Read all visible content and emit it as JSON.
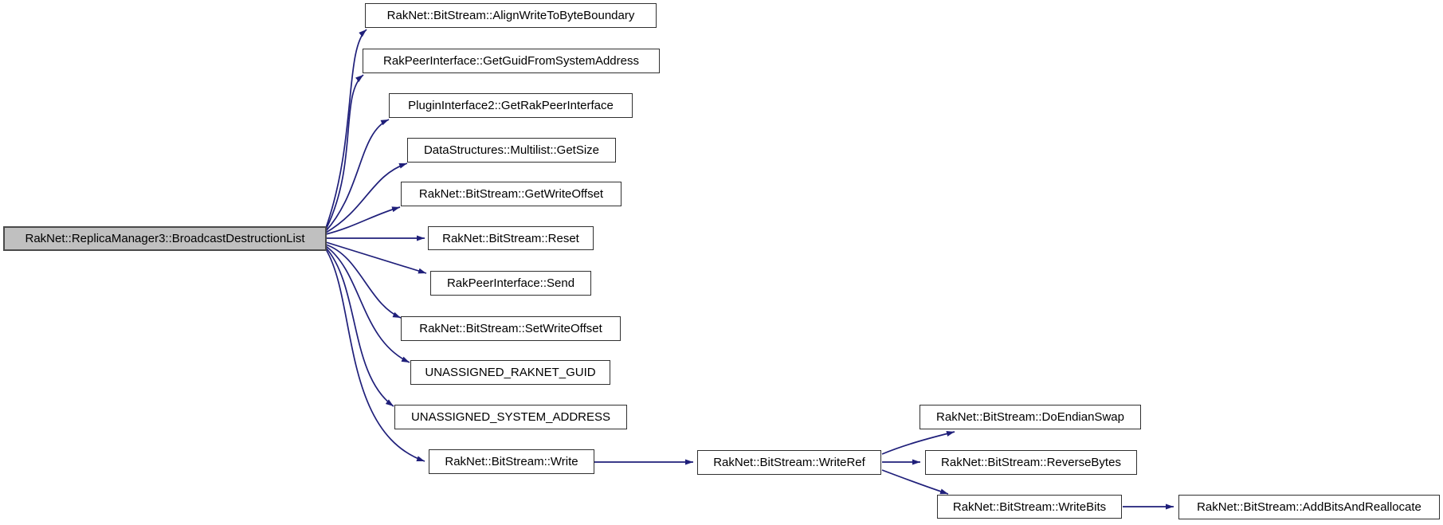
{
  "diagram": {
    "type": "call-graph",
    "colors": {
      "background": "#ffffff",
      "edge": "#1f1f7a",
      "node_fill": "#ffffff",
      "node_border": "#303030",
      "root_fill": "#c0c0c0",
      "root_border": "#4a4a4a",
      "text": "#000000"
    },
    "nodes": [
      {
        "id": "root",
        "label": "RakNet::ReplicaManager3::BroadcastDestructionList",
        "highlighted": true
      },
      {
        "id": "align",
        "label": "RakNet::BitStream::AlignWriteToByteBoundary"
      },
      {
        "id": "getguid",
        "label": "RakPeerInterface::GetGuidFromSystemAddress"
      },
      {
        "id": "getrakpeer",
        "label": "PluginInterface2::GetRakPeerInterface"
      },
      {
        "id": "getsize",
        "label": "DataStructures::Multilist::GetSize"
      },
      {
        "id": "getwriteoffset",
        "label": "RakNet::BitStream::GetWriteOffset"
      },
      {
        "id": "reset",
        "label": "RakNet::BitStream::Reset"
      },
      {
        "id": "send",
        "label": "RakPeerInterface::Send"
      },
      {
        "id": "setwriteoffset",
        "label": "RakNet::BitStream::SetWriteOffset"
      },
      {
        "id": "unassigned_guid",
        "label": "UNASSIGNED_RAKNET_GUID"
      },
      {
        "id": "unassigned_addr",
        "label": "UNASSIGNED_SYSTEM_ADDRESS"
      },
      {
        "id": "write",
        "label": "RakNet::BitStream::Write"
      },
      {
        "id": "writeref",
        "label": "RakNet::BitStream::WriteRef"
      },
      {
        "id": "doendianswap",
        "label": "RakNet::BitStream::DoEndianSwap"
      },
      {
        "id": "reversebytes",
        "label": "RakNet::BitStream::ReverseBytes"
      },
      {
        "id": "writebits",
        "label": "RakNet::BitStream::WriteBits"
      },
      {
        "id": "addbits",
        "label": "RakNet::BitStream::AddBitsAndReallocate"
      }
    ],
    "edges": [
      {
        "from": "root",
        "to": "align"
      },
      {
        "from": "root",
        "to": "getguid"
      },
      {
        "from": "root",
        "to": "getrakpeer"
      },
      {
        "from": "root",
        "to": "getsize"
      },
      {
        "from": "root",
        "to": "getwriteoffset"
      },
      {
        "from": "root",
        "to": "reset"
      },
      {
        "from": "root",
        "to": "send"
      },
      {
        "from": "root",
        "to": "setwriteoffset"
      },
      {
        "from": "root",
        "to": "unassigned_guid"
      },
      {
        "from": "root",
        "to": "unassigned_addr"
      },
      {
        "from": "root",
        "to": "write"
      },
      {
        "from": "write",
        "to": "writeref"
      },
      {
        "from": "writeref",
        "to": "doendianswap"
      },
      {
        "from": "writeref",
        "to": "reversebytes"
      },
      {
        "from": "writeref",
        "to": "writebits"
      },
      {
        "from": "writebits",
        "to": "addbits"
      }
    ]
  }
}
